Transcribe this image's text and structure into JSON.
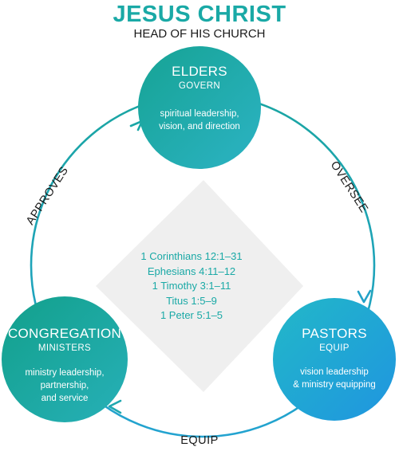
{
  "header": {
    "title": "JESUS CHRIST",
    "subtitle": "HEAD OF HIS CHURCH"
  },
  "nodes": {
    "elders": {
      "name": "ELDERS",
      "role": "GOVERN",
      "desc": [
        "spiritual leadership,",
        "vision, and direction"
      ]
    },
    "pastors": {
      "name": "PASTORS",
      "role": "EQUIP",
      "desc": [
        "vision leadership",
        "& ministry equipping"
      ]
    },
    "congregation": {
      "name": "CONGREGATION",
      "role": "MINISTERS",
      "desc": [
        "ministry leadership,",
        "partnership,",
        "and service"
      ]
    }
  },
  "edges": {
    "approves": "APPROVES",
    "oversee": "OVERSEE",
    "equip": "EQUIP"
  },
  "scripture_refs": [
    "1 Corinthians 12:1–31",
    "Ephesians 4:11–12",
    "1 Timothy 3:1–11",
    "Titus 1:5–9",
    "1 Peter 5:1–5"
  ],
  "colors": {
    "teal_dark": "#1aa39f",
    "teal_light": "#2bb5c9",
    "blue": "#22a0e0",
    "diamond": "#efefef",
    "title": "#1aa9a6"
  }
}
